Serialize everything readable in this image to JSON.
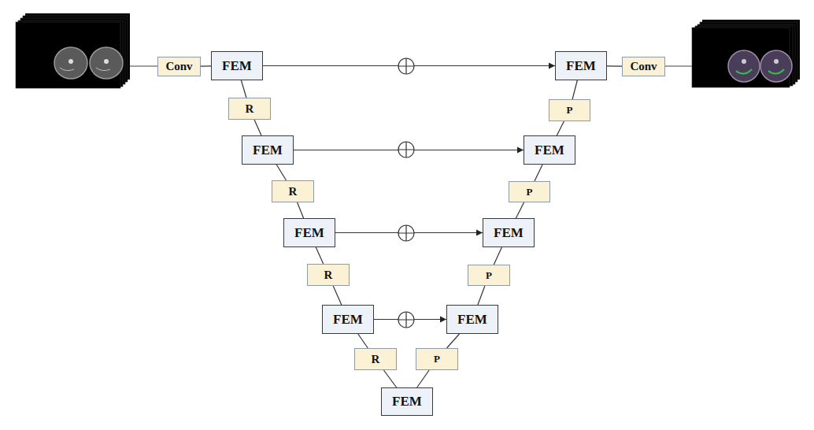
{
  "diagram": {
    "nodes": [
      {
        "text": [
          "Conv"
        ]
      },
      {
        "text": [
          "FEM"
        ]
      },
      {
        "text": [
          "FEM"
        ]
      },
      {
        "text": [
          "Conv"
        ]
      },
      {
        "text": [
          "R"
        ]
      },
      {
        "text": [
          "P"
        ]
      },
      {
        "text": [
          "FEM"
        ]
      },
      {
        "text": [
          "FEM"
        ]
      },
      {
        "text": [
          "R"
        ]
      },
      {
        "text": [
          "P"
        ]
      },
      {
        "text": [
          "FEM"
        ]
      },
      {
        "text": [
          "FEM"
        ]
      },
      {
        "text": [
          "R"
        ]
      },
      {
        "text": [
          "P"
        ]
      },
      {
        "text": [
          "FEM"
        ]
      },
      {
        "text": [
          "FEM"
        ]
      },
      {
        "text": [
          "R"
        ]
      },
      {
        "text": [
          "P"
        ]
      },
      {
        "text": [
          "FEM"
        ]
      }
    ],
    "edges": [
      {
        "from": 0,
        "to": 1,
        "arrow": "none"
      },
      {
        "from": 1,
        "to": 4,
        "arrow": "none"
      },
      {
        "from": 4,
        "to": 6,
        "arrow": "none"
      },
      {
        "from": 6,
        "to": 8,
        "arrow": "none"
      },
      {
        "from": 8,
        "to": 10,
        "arrow": "none"
      },
      {
        "from": 10,
        "to": 12,
        "arrow": "none"
      },
      {
        "from": 12,
        "to": 14,
        "arrow": "none"
      },
      {
        "from": 14,
        "to": 16,
        "arrow": "none"
      },
      {
        "from": 16,
        "to": 18,
        "arrow": "none"
      },
      {
        "from": 18,
        "to": 17,
        "arrow": "none"
      },
      {
        "from": 17,
        "to": 15,
        "arrow": "none"
      },
      {
        "from": 15,
        "to": 13,
        "arrow": "none"
      },
      {
        "from": 13,
        "to": 11,
        "arrow": "none"
      },
      {
        "from": 11,
        "to": 9,
        "arrow": "none"
      },
      {
        "from": 9,
        "to": 7,
        "arrow": "none"
      },
      {
        "from": 7,
        "to": 5,
        "arrow": "none"
      },
      {
        "from": 5,
        "to": 2,
        "arrow": "none"
      },
      {
        "from": 2,
        "to": 3,
        "arrow": "none"
      },
      {
        "from": 1,
        "to": 2,
        "arrow": "to"
      },
      {
        "from": 6,
        "to": 7,
        "arrow": "to"
      },
      {
        "from": 10,
        "to": 11,
        "arrow": "to"
      },
      {
        "from": 14,
        "to": 15,
        "arrow": "to"
      }
    ]
  }
}
